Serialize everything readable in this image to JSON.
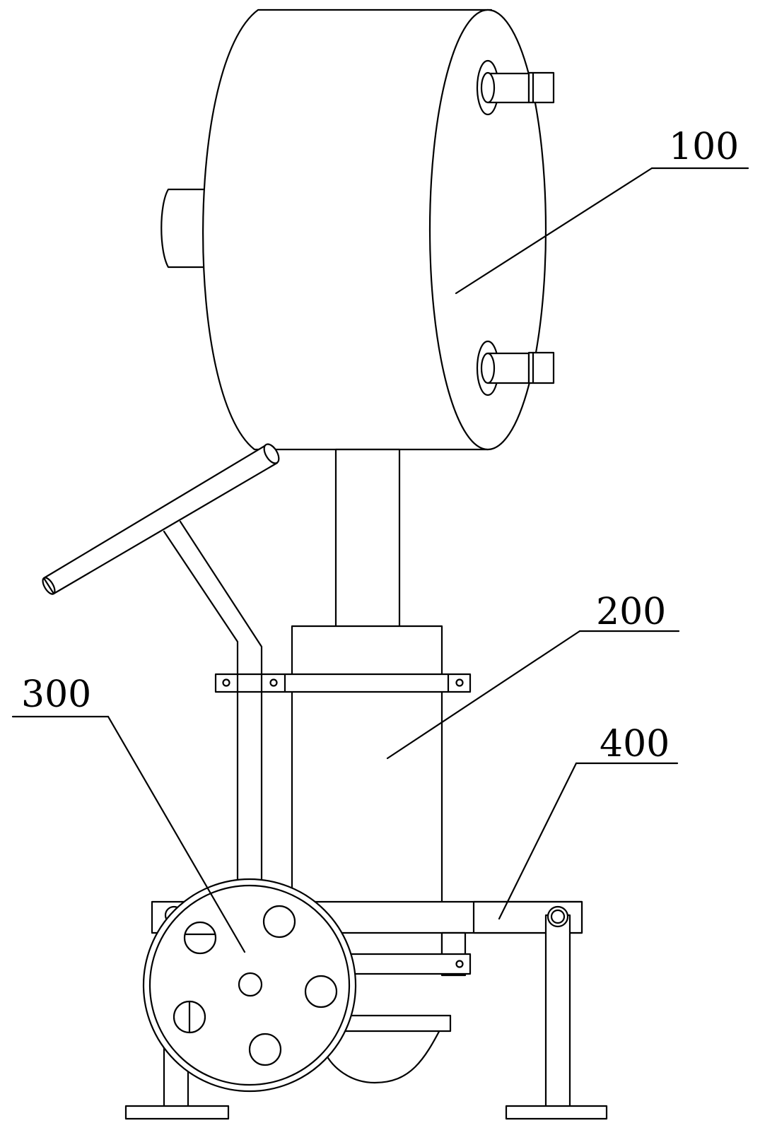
{
  "callouts": {
    "c100": "100",
    "c200": "200",
    "c300": "300",
    "c400": "400"
  },
  "colors": {
    "stroke": "#000000",
    "background": "#ffffff"
  }
}
